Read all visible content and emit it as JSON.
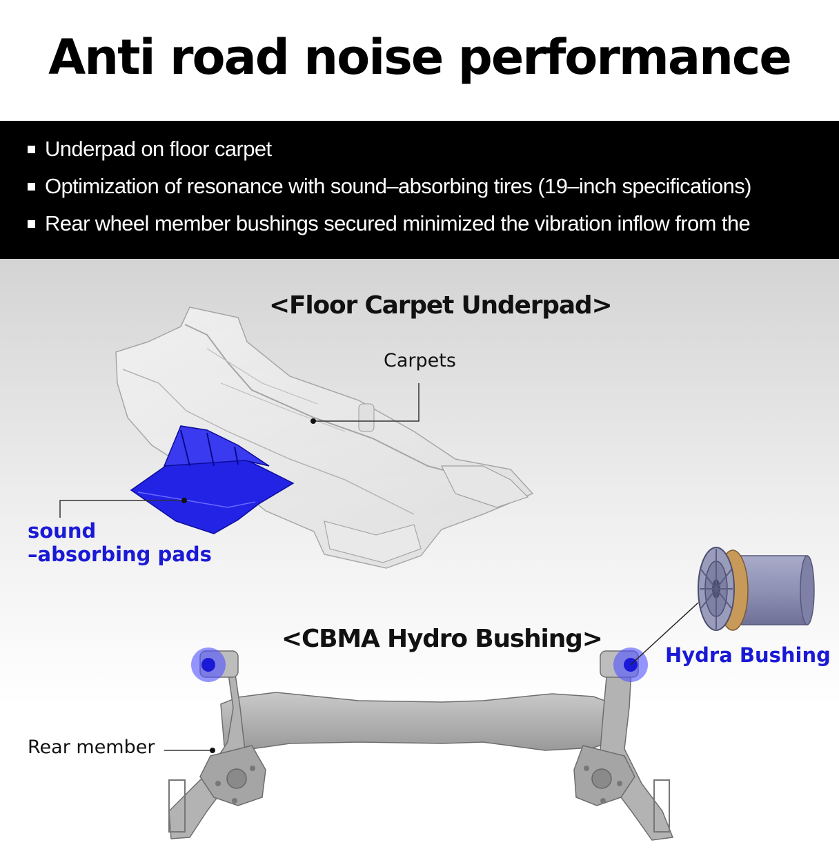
{
  "title": "Anti road noise performance",
  "bullets": [
    "Underpad on floor carpet",
    "Optimization of resonance with sound–absorbing tires (19–inch specifications)",
    "Rear wheel member bushings secured minimized the vibration inflow from the"
  ],
  "floor_section": {
    "heading": "<Floor Carpet Underpad>",
    "carpets_label": "Carpets",
    "pads_label_line1": "sound",
    "pads_label_line2": "–absorbing pads"
  },
  "bushing_section": {
    "heading": "<CBMA Hydro Bushing>",
    "bushing_label": "Hydra Bushing",
    "member_label": "Rear member"
  },
  "colors": {
    "accent_blue": "#1a1ad6",
    "header_band": "#000000"
  }
}
